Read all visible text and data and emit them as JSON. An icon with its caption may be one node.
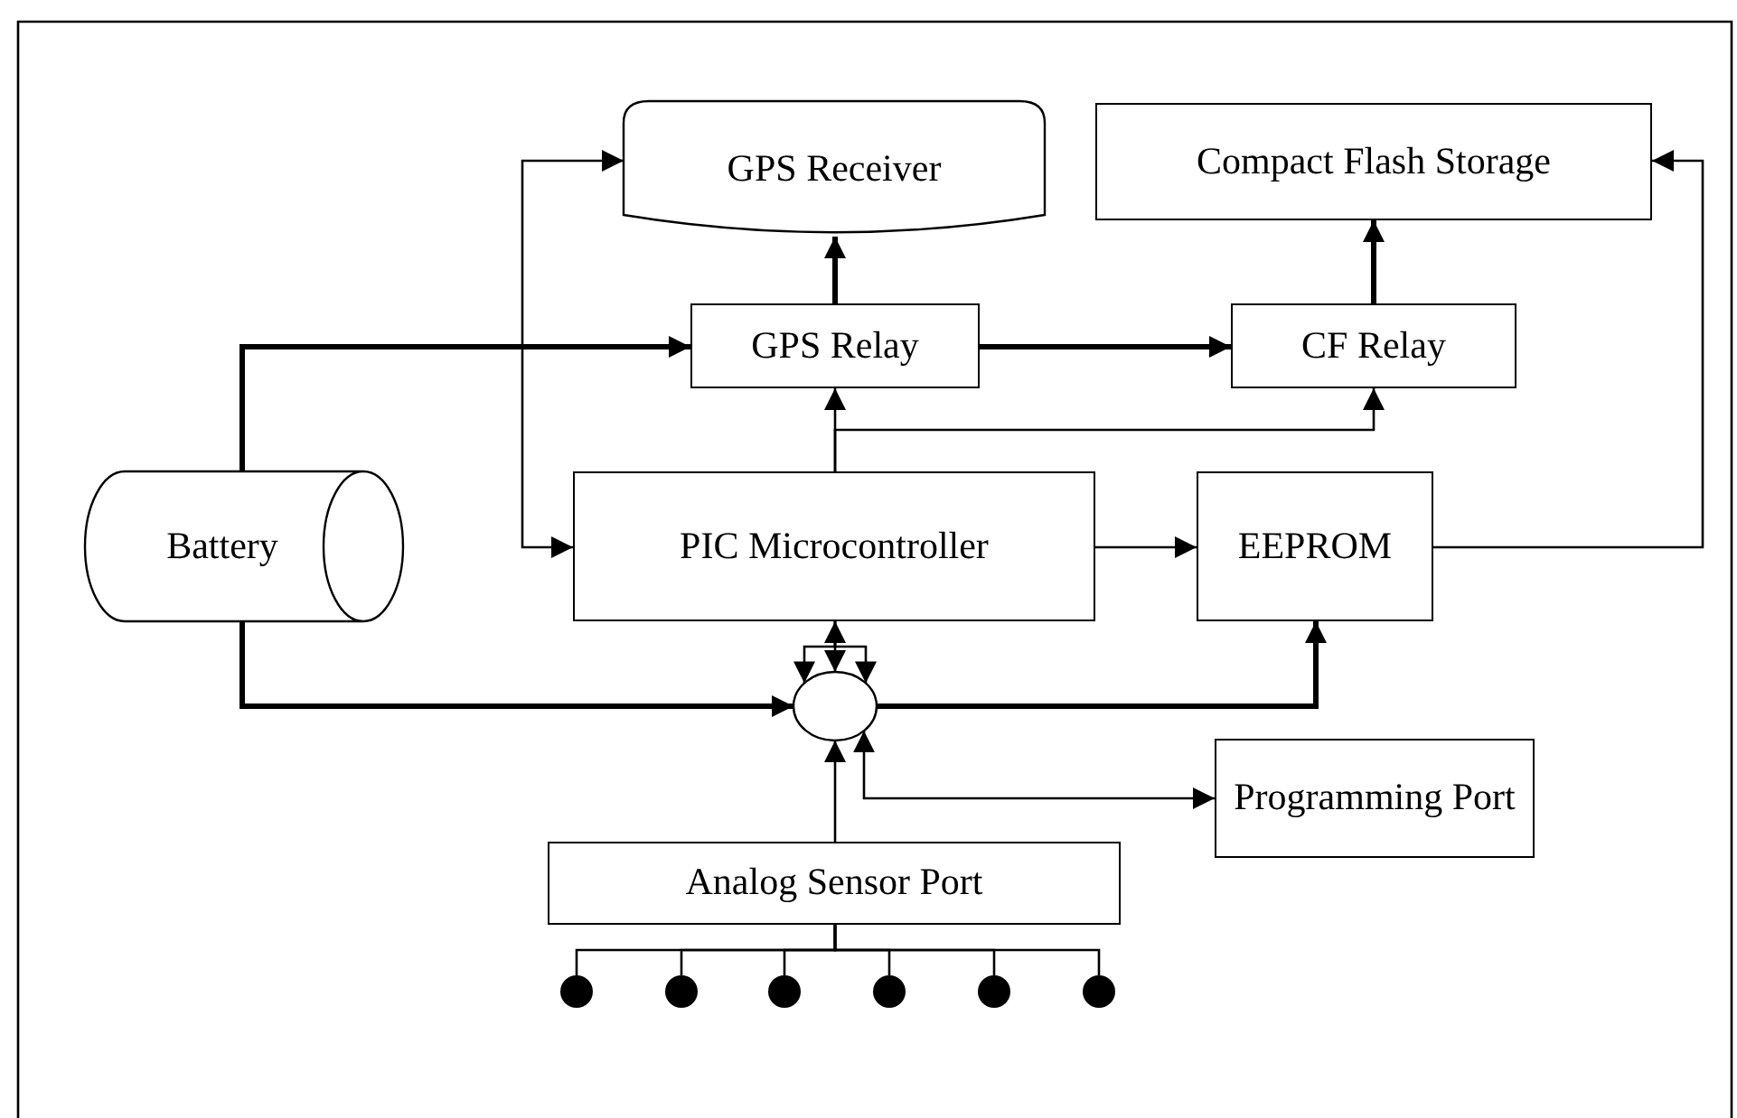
{
  "diagram": {
    "nodes": [
      {
        "text": [
          "GPS Receiver"
        ]
      },
      {
        "text": [
          "Compact Flash Storage"
        ]
      },
      {
        "text": [
          "GPS Relay"
        ]
      },
      {
        "text": [
          "CF Relay"
        ]
      },
      {
        "text": [
          "Battery"
        ]
      },
      {
        "text": [
          "PIC Microcontroller"
        ]
      },
      {
        "text": [
          "EEPROM"
        ]
      },
      {
        "text": [],
        "shape": "circle"
      },
      {
        "text": [
          "Programming Port"
        ]
      },
      {
        "text": [
          "Analog Sensor Port"
        ]
      },
      {
        "text": [],
        "shape": "circle"
      },
      {
        "text": [],
        "shape": "circle"
      },
      {
        "text": [],
        "shape": "circle"
      },
      {
        "text": [],
        "shape": "circle"
      },
      {
        "text": [],
        "shape": "circle"
      },
      {
        "text": [],
        "shape": "circle"
      }
    ],
    "edges": [
      {
        "from": 4,
        "to": 2,
        "arrow": "to",
        "style": "thick"
      },
      {
        "from": 4,
        "to": 7,
        "arrow": "to",
        "style": "thick"
      },
      {
        "from": 2,
        "to": 0,
        "arrow": "to",
        "style": "thick"
      },
      {
        "from": 2,
        "to": 3,
        "arrow": "to",
        "style": "thick"
      },
      {
        "from": 3,
        "to": 1,
        "arrow": "to",
        "style": "thick"
      },
      {
        "from": 5,
        "to": 2,
        "arrow": "to"
      },
      {
        "from": 5,
        "to": 3,
        "arrow": "to"
      },
      {
        "from": 0,
        "to": 5,
        "arrow": "both"
      },
      {
        "from": 5,
        "to": 6,
        "arrow": "to"
      },
      {
        "from": 6,
        "to": 1,
        "arrow": "to"
      },
      {
        "from": 7,
        "to": 6,
        "arrow": "to",
        "style": "thick"
      },
      {
        "from": 5,
        "to": 7,
        "arrow": "both"
      },
      {
        "from": 5,
        "to": 7,
        "arrow": "to"
      },
      {
        "from": 5,
        "to": 7,
        "arrow": "to"
      },
      {
        "from": 9,
        "to": 7,
        "arrow": "to"
      },
      {
        "from": 7,
        "to": 8,
        "arrow": "both"
      },
      {
        "from": 10,
        "to": 9,
        "arrow": "none"
      },
      {
        "from": 11,
        "to": 9,
        "arrow": "none"
      },
      {
        "from": 12,
        "to": 9,
        "arrow": "none"
      },
      {
        "from": 13,
        "to": 9,
        "arrow": "none"
      },
      {
        "from": 14,
        "to": 9,
        "arrow": "none"
      },
      {
        "from": 15,
        "to": 9,
        "arrow": "none"
      }
    ]
  }
}
